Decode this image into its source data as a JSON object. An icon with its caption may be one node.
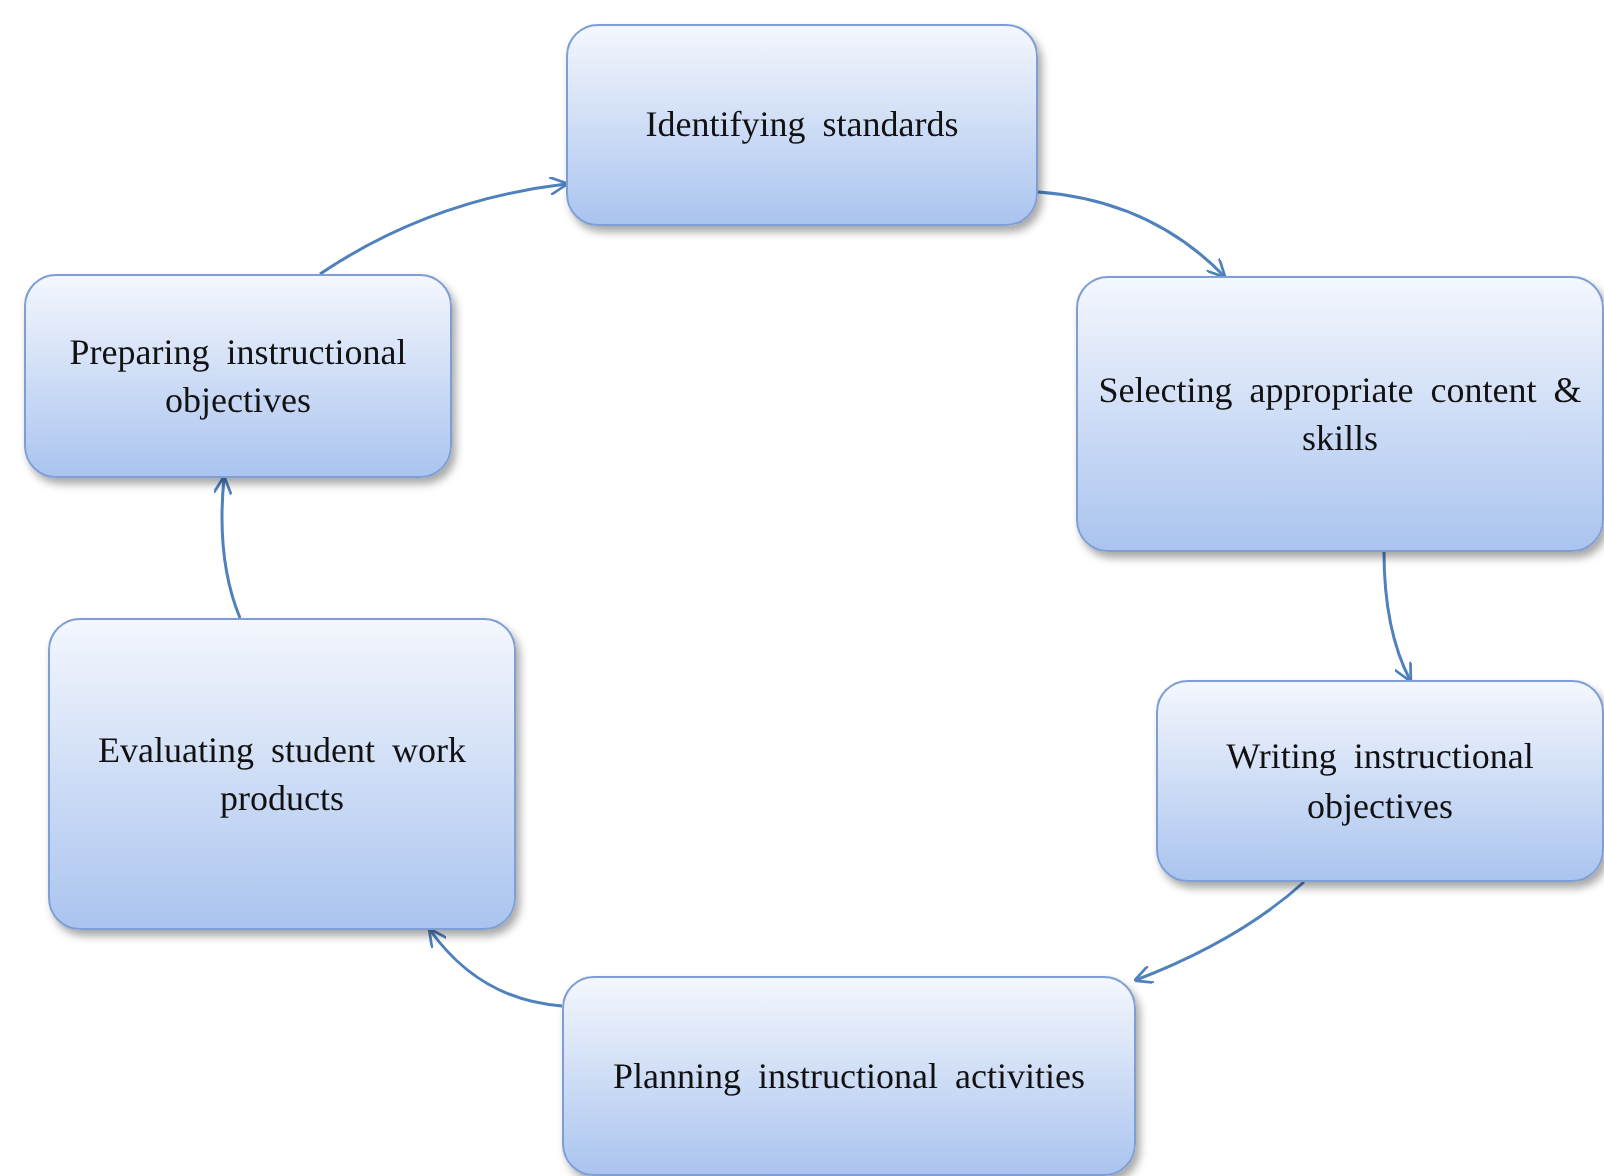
{
  "diagram": {
    "nodes": [
      {
        "text": [
          "Identifying standards"
        ]
      },
      {
        "text": [
          "Selecting appropriate content & skills"
        ]
      },
      {
        "text": [
          "Writing instructional objectives"
        ]
      },
      {
        "text": [
          "Planning instructional activities"
        ]
      },
      {
        "text": [
          "Evaluating student work products"
        ]
      },
      {
        "text": [
          "Preparing instructional objectives"
        ]
      }
    ],
    "edges": [
      {
        "from": 0,
        "to": 1,
        "arrow": "to"
      },
      {
        "from": 1,
        "to": 2,
        "arrow": "to"
      },
      {
        "from": 2,
        "to": 3,
        "arrow": "to"
      },
      {
        "from": 3,
        "to": 4,
        "arrow": "to"
      },
      {
        "from": 4,
        "to": 5,
        "arrow": "to"
      },
      {
        "from": 5,
        "to": 0,
        "arrow": "to"
      }
    ]
  }
}
